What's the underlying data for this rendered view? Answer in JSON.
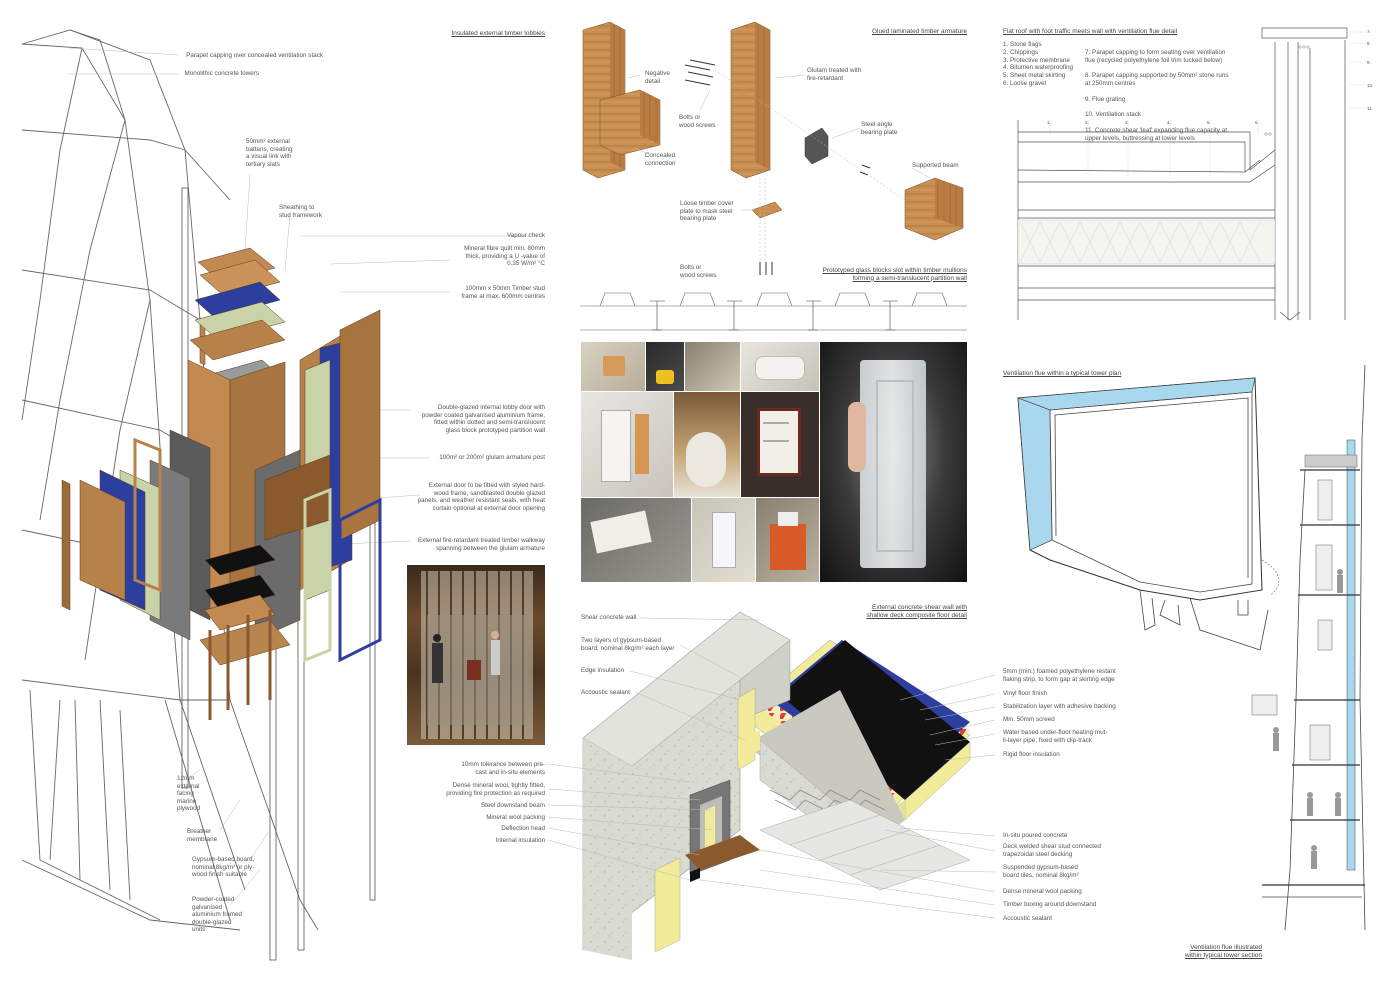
{
  "section_titles": {
    "lobbies": "Insulated external timber lobbies",
    "glulam": "Glued laminated  timber armature",
    "flat_roof": "Flat roof with foot traffic meets wall with ventilation flue detail",
    "glass_blocks": "Prototyped glass blocks slot within timber mullions\nforming a semi-translucent partition wall",
    "shear_wall": "External concrete shear wall with\nshallow deck composite floor detail",
    "flue_plan": "Ventilation flue within a typical tower plan",
    "flue_section": "Ventilation flue illustrated\nwithin typical tower section"
  },
  "lobby_labels": {
    "parapet": "Parapet capping over concealed ventilation stack",
    "towers": "Monolithic concrete towers",
    "battens": "50mm² external\nbattens, creating\na visual link with\ntertiary slats",
    "sheathing": "Sheathing to\nstud framework",
    "vapour": "Vapour check",
    "mineral": "Mineral fibre quilt min. 80mm\nthick, providing a U -value of\n0.35 W/m² °C",
    "stud": "100mm x 50mm Timber stud\nframe at max. 600mm centres",
    "door": "Double-glazed internal lobby door with\npowder coated galvanised aluminium frame,\nfitted within dotted and semi-translucent\nglass block prototyped partition wall",
    "post": "100m² or 200m² glulam armature post",
    "ext_door": "External door to be fitted with styled hard-\nwood frame, sandblasted double glazed\npanels, and weather resistant seals, with heat\ncurtain optional at external door opening",
    "walkway": "External fire-retardant treated timber walkway\nspanning between the glulam armature",
    "plywood": "12mm\nexternal\nfacing\nmarine\nplywood",
    "breather": "Breather\nmembrane",
    "gypsum": "Gypsum-based board,\nnominal 8kg/m² or ply-\nwood finish suitable",
    "powder": "Powder-coated\ngalvanised\naluminium framed\ndouble-glazed\nunits"
  },
  "glulam_labels": {
    "negative": "Negative\ndetail",
    "bolts1": "Bolts or\nwood screws",
    "treated": "Glulam treated with\nfire-retardant",
    "concealed": "Concealed\nconnection",
    "angle": "Steel angle\nbearing plate",
    "supported": "Supported beam",
    "cover": "Loose timber cover\nplate to mask steel\nbearing plate",
    "bolts2": "Bolts or\nwood screws"
  },
  "roof_list_left": [
    "1. Stone flags",
    "2. Chippings",
    "3. Protective membrane",
    "4. Bitumen waterproofing",
    "5. Sheet metal skirting",
    "6. Loose gravel"
  ],
  "roof_list_right": [
    "7.   Parapet capping to form seating over ventilation\n      flue (recycled polyethylene foil trim tucked below)",
    "8.   Parapet capping supported by 50mm² stone runs\n      at 250mm centres",
    "9.   Flue grating",
    "10. Ventilation stack",
    "11. Concrete shear 'leaf' expanding flue capacity at\n      upper levels, buttressing at lower levels"
  ],
  "roof_markers": [
    "1.",
    "2.",
    "3.",
    "4.",
    "5.",
    "6."
  ],
  "section_markers": [
    "7.",
    "8.",
    "9.",
    "10.",
    "11."
  ],
  "shear_left": {
    "shear": "Shear concrete wall",
    "two_layers": "Two layers of gypsum-based\nboard, nominal 8kg/m² each layer",
    "edge": "Edge insulation",
    "acoustic": "Accoustic sealant",
    "tolerance": "10mm tolerance between pre-\ncast and in-situ elements",
    "dense": "Dense mineral wool, tightly fitted,\nproviding fire protection as required",
    "steel": "Steel downstand beam",
    "packing": "Mineral wool packing",
    "deflection": "Deflection head",
    "internal": "Internal insulation"
  },
  "shear_right": {
    "foam": "5mm (min.) foamed polyethylene restant\nflaking strip, to form gap at skirting edge",
    "vinyl": "Vinyl floor finish",
    "stabil": "Stabilization layer with adhesive backing",
    "screed": "Min. 50mm screed",
    "heating": "Water based under-floor heating mut-\nli-layer pipe, fixed with clip-track",
    "rigid": "Rigid floor insulation",
    "insitu": "In-situ poured concrete",
    "deck": "Deck welded shear stud connected\ntrapezoidal steel decking",
    "ceiling": "Suspended gypsum-based\nboard tiles, nominal 8kg/m²",
    "dense2": "Dense mineral wool packing",
    "boxing": "Timber boxing around downstand",
    "sealant2": "Accoustic sealant"
  },
  "colors": {
    "timber": "#c98f52",
    "timber_dark": "#8a5a2e",
    "concrete": "#d9dad2",
    "insulation": "#f2ec9a",
    "blue": "#2c3e9e",
    "sage": "#c9d3a8",
    "heating": "#e0442a",
    "flue": "#a9d8ee"
  }
}
